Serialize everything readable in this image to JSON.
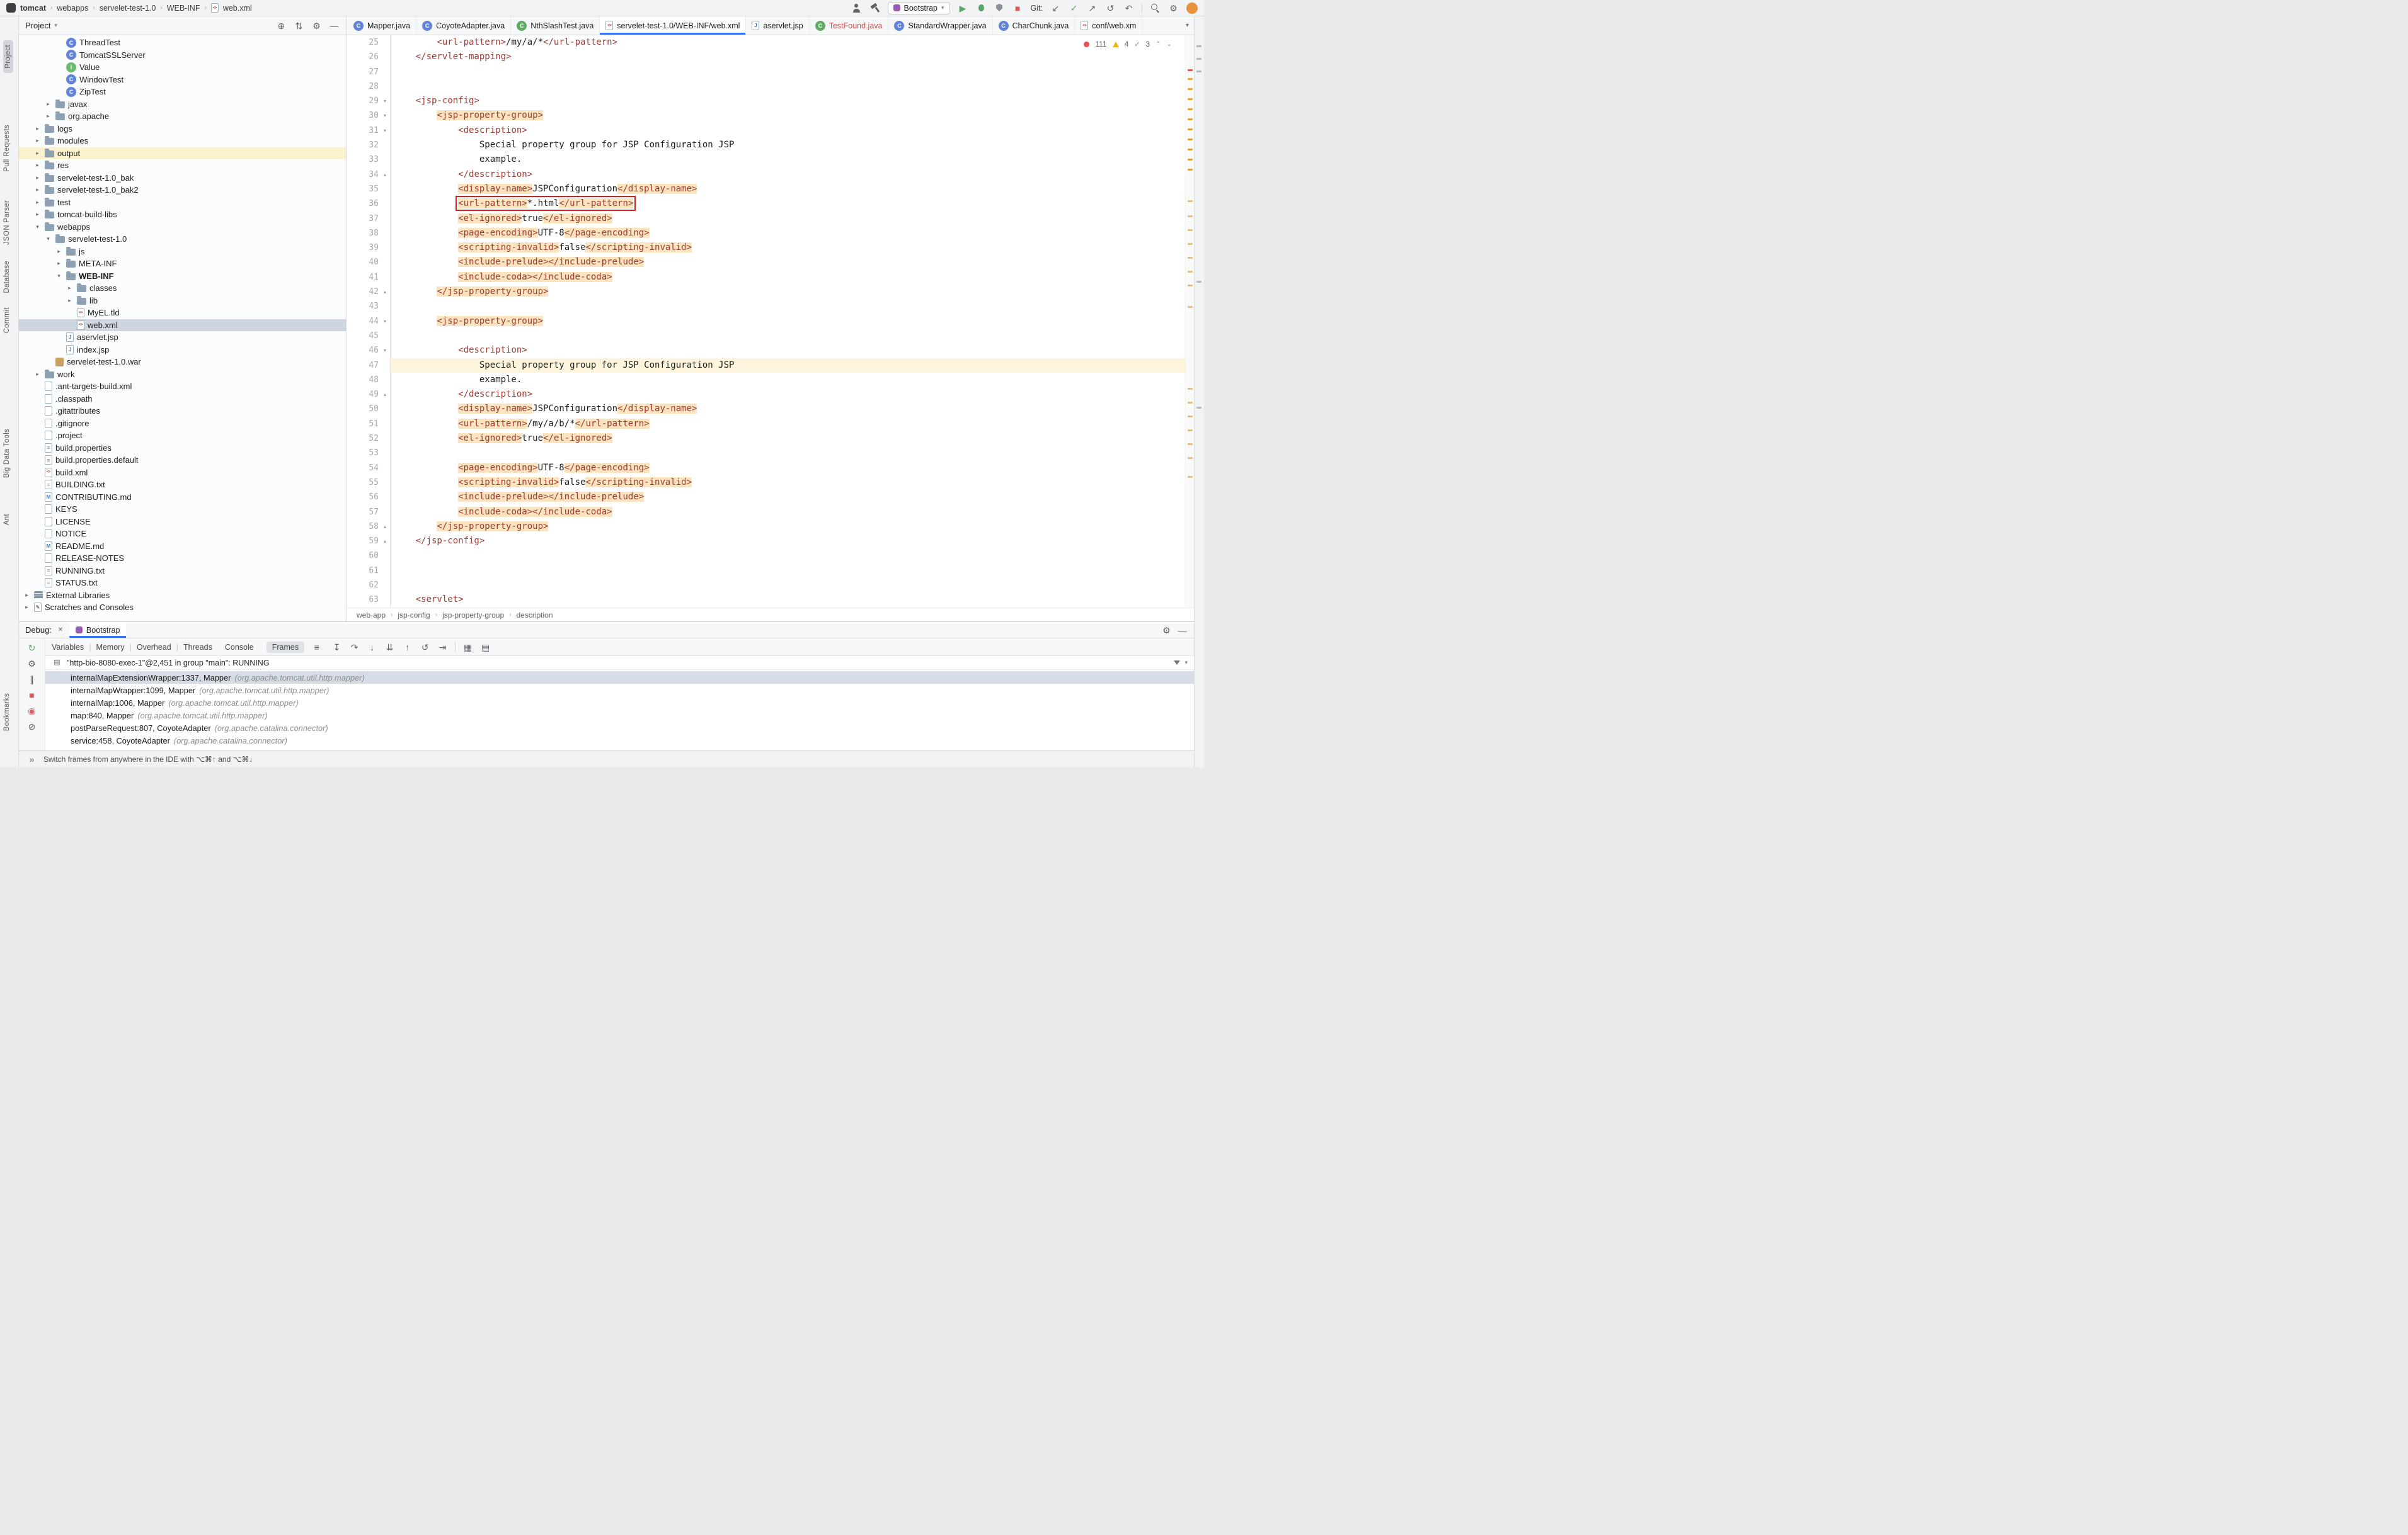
{
  "titlebar": {
    "project": "tomcat",
    "breadcrumbs": [
      "webapps",
      "servelet-test-1.0",
      "WEB-INF",
      "web.xml"
    ],
    "run_config": "Bootstrap",
    "git_label": "Git:"
  },
  "tool_stripes": {
    "left_top": [
      "Project",
      "Pull Requests",
      "JSON Parser",
      "Database",
      "Commit"
    ],
    "left_middle": [
      "Big Data Tools",
      "Ant"
    ],
    "left_bottom": [
      "Bookmarks"
    ]
  },
  "project_panel": {
    "title": "Project",
    "tree": [
      {
        "l": "ThreadTest",
        "d": 3,
        "i": "class"
      },
      {
        "l": "TomcatSSLServer",
        "d": 3,
        "i": "class"
      },
      {
        "l": "Value",
        "d": 3,
        "i": "interface"
      },
      {
        "l": "WindowTest",
        "d": 3,
        "i": "class"
      },
      {
        "l": "ZipTest",
        "d": 3,
        "i": "class"
      },
      {
        "l": "javax",
        "d": 2,
        "i": "folder",
        "c": "c"
      },
      {
        "l": "org.apache",
        "d": 2,
        "i": "folder",
        "c": "c"
      },
      {
        "l": "logs",
        "d": 1,
        "i": "folder",
        "c": "c"
      },
      {
        "l": "modules",
        "d": 1,
        "i": "folder",
        "c": "c"
      },
      {
        "l": "output",
        "d": 1,
        "i": "folder",
        "c": "c",
        "hl": true
      },
      {
        "l": "res",
        "d": 1,
        "i": "folder",
        "c": "c"
      },
      {
        "l": "servelet-test-1.0_bak",
        "d": 1,
        "i": "folder",
        "c": "c"
      },
      {
        "l": "servelet-test-1.0_bak2",
        "d": 1,
        "i": "folder",
        "c": "c"
      },
      {
        "l": "test",
        "d": 1,
        "i": "folder",
        "c": "c"
      },
      {
        "l": "tomcat-build-libs",
        "d": 1,
        "i": "folder",
        "c": "c"
      },
      {
        "l": "webapps",
        "d": 1,
        "i": "folder",
        "c": "e"
      },
      {
        "l": "servelet-test-1.0",
        "d": 2,
        "i": "folder",
        "c": "e"
      },
      {
        "l": "js",
        "d": 3,
        "i": "folder",
        "c": "c"
      },
      {
        "l": "META-INF",
        "d": 3,
        "i": "folder",
        "c": "c"
      },
      {
        "l": "WEB-INF",
        "d": 3,
        "i": "folder",
        "c": "e",
        "b": true
      },
      {
        "l": "classes",
        "d": 4,
        "i": "folder",
        "c": "c"
      },
      {
        "l": "lib",
        "d": 4,
        "i": "folder",
        "c": "c"
      },
      {
        "l": "MyEL.tld",
        "d": 4,
        "i": "xml"
      },
      {
        "l": "web.xml",
        "d": 4,
        "i": "xml",
        "sel": true
      },
      {
        "l": "aservlet.jsp",
        "d": 3,
        "i": "jsp"
      },
      {
        "l": "index.jsp",
        "d": 3,
        "i": "jsp"
      },
      {
        "l": "servelet-test-1.0.war",
        "d": 2,
        "i": "archive"
      },
      {
        "l": "work",
        "d": 1,
        "i": "folder",
        "c": "c"
      },
      {
        "l": ".ant-targets-build.xml",
        "d": 1,
        "i": "file"
      },
      {
        "l": ".classpath",
        "d": 1,
        "i": "file"
      },
      {
        "l": ".gitattributes",
        "d": 1,
        "i": "file"
      },
      {
        "l": ".gitignore",
        "d": 1,
        "i": "file"
      },
      {
        "l": ".project",
        "d": 1,
        "i": "file"
      },
      {
        "l": "build.properties",
        "d": 1,
        "i": "props"
      },
      {
        "l": "build.properties.default",
        "d": 1,
        "i": "props"
      },
      {
        "l": "build.xml",
        "d": 1,
        "i": "xml"
      },
      {
        "l": "BUILDING.txt",
        "d": 1,
        "i": "txt"
      },
      {
        "l": "CONTRIBUTING.md",
        "d": 1,
        "i": "md"
      },
      {
        "l": "KEYS",
        "d": 1,
        "i": "file"
      },
      {
        "l": "LICENSE",
        "d": 1,
        "i": "file"
      },
      {
        "l": "NOTICE",
        "d": 1,
        "i": "file"
      },
      {
        "l": "README.md",
        "d": 1,
        "i": "md"
      },
      {
        "l": "RELEASE-NOTES",
        "d": 1,
        "i": "file"
      },
      {
        "l": "RUNNING.txt",
        "d": 1,
        "i": "txt"
      },
      {
        "l": "STATUS.txt",
        "d": 1,
        "i": "txt"
      },
      {
        "l": "External Libraries",
        "d": 0,
        "i": "lib",
        "c": "c"
      },
      {
        "l": "Scratches and Consoles",
        "d": 0,
        "i": "scratch",
        "c": "c"
      }
    ]
  },
  "editor": {
    "tabs": [
      {
        "l": "Mapper.java",
        "i": "class"
      },
      {
        "l": "CoyoteAdapter.java",
        "i": "class"
      },
      {
        "l": "NthSlashTest.java",
        "i": "class-test"
      },
      {
        "l": "servelet-test-1.0/WEB-INF/web.xml",
        "i": "xml",
        "active": true
      },
      {
        "l": "aservlet.jsp",
        "i": "jsp"
      },
      {
        "l": "TestFound.java",
        "i": "class-test",
        "err": true
      },
      {
        "l": "StandardWrapper.java",
        "i": "class"
      },
      {
        "l": "CharChunk.java",
        "i": "class"
      },
      {
        "l": "conf/web.xm",
        "i": "xml"
      }
    ],
    "inspections": {
      "errors": "111",
      "warnings": "4",
      "typos": "3"
    },
    "breadcrumbs": [
      "web-app",
      "jsp-config",
      "jsp-property-group",
      "description"
    ],
    "lines": [
      {
        "n": 25,
        "t": [
          [
            "p",
            "        "
          ],
          [
            "t",
            "<url-pattern>"
          ],
          [
            "p",
            "/my/a/*"
          ],
          [
            "t",
            "</url-pattern>"
          ]
        ]
      },
      {
        "n": 26,
        "t": [
          [
            "p",
            "    "
          ],
          [
            "t",
            "</servlet-mapping>"
          ]
        ]
      },
      {
        "n": 27,
        "t": []
      },
      {
        "n": 28,
        "t": []
      },
      {
        "n": 29,
        "fold": "d",
        "t": [
          [
            "p",
            "    "
          ],
          [
            "t",
            "<jsp-config>"
          ]
        ]
      },
      {
        "n": 30,
        "fold": "d",
        "t": [
          [
            "p",
            "        "
          ],
          [
            "h",
            "<jsp-property-group>"
          ]
        ]
      },
      {
        "n": 31,
        "fold": "d",
        "t": [
          [
            "p",
            "            "
          ],
          [
            "t",
            "<description>"
          ]
        ]
      },
      {
        "n": 32,
        "t": [
          [
            "p",
            "                Special property group for JSP Configuration JSP"
          ]
        ]
      },
      {
        "n": 33,
        "t": [
          [
            "p",
            "                example."
          ]
        ]
      },
      {
        "n": 34,
        "fold": "u",
        "t": [
          [
            "p",
            "            "
          ],
          [
            "t",
            "</description>"
          ]
        ]
      },
      {
        "n": 35,
        "t": [
          [
            "p",
            "            "
          ],
          [
            "h",
            "<display-name>"
          ],
          [
            "p",
            "JSPConfiguration"
          ],
          [
            "h",
            "</display-name>"
          ]
        ]
      },
      {
        "n": 36,
        "box": true,
        "t": [
          [
            "p",
            "            "
          ],
          [
            "h",
            "<url-pattern>"
          ],
          [
            "p",
            "*.html"
          ],
          [
            "h",
            "</url-pattern>"
          ]
        ]
      },
      {
        "n": 37,
        "t": [
          [
            "p",
            "            "
          ],
          [
            "h",
            "<el-ignored>"
          ],
          [
            "p",
            "true"
          ],
          [
            "h",
            "</el-ignored>"
          ]
        ]
      },
      {
        "n": 38,
        "t": [
          [
            "p",
            "            "
          ],
          [
            "h",
            "<page-encoding>"
          ],
          [
            "p",
            "UTF-8"
          ],
          [
            "h",
            "</page-encoding>"
          ]
        ]
      },
      {
        "n": 39,
        "t": [
          [
            "p",
            "            "
          ],
          [
            "h",
            "<scripting-invalid>"
          ],
          [
            "p",
            "false"
          ],
          [
            "h",
            "</scripting-invalid>"
          ]
        ]
      },
      {
        "n": 40,
        "t": [
          [
            "p",
            "            "
          ],
          [
            "h",
            "<include-prelude>"
          ],
          [
            "h",
            "</include-prelude>"
          ]
        ]
      },
      {
        "n": 41,
        "t": [
          [
            "p",
            "            "
          ],
          [
            "h",
            "<include-coda>"
          ],
          [
            "h",
            "</include-coda>"
          ]
        ]
      },
      {
        "n": 42,
        "fold": "u",
        "t": [
          [
            "p",
            "        "
          ],
          [
            "h",
            "</jsp-property-group>"
          ]
        ]
      },
      {
        "n": 43,
        "t": []
      },
      {
        "n": 44,
        "fold": "d",
        "t": [
          [
            "p",
            "        "
          ],
          [
            "h",
            "<jsp-property-group>"
          ]
        ]
      },
      {
        "n": 45,
        "t": []
      },
      {
        "n": 46,
        "fold": "d",
        "t": [
          [
            "p",
            "            "
          ],
          [
            "t",
            "<description>"
          ]
        ]
      },
      {
        "n": 47,
        "hl": true,
        "t": [
          [
            "p",
            "                Special property group for JSP Configuration JSP"
          ]
        ]
      },
      {
        "n": 48,
        "t": [
          [
            "p",
            "                example."
          ]
        ]
      },
      {
        "n": 49,
        "fold": "u",
        "t": [
          [
            "p",
            "            "
          ],
          [
            "t",
            "</description>"
          ]
        ]
      },
      {
        "n": 50,
        "t": [
          [
            "p",
            "            "
          ],
          [
            "h",
            "<display-name>"
          ],
          [
            "p",
            "JSPConfiguration"
          ],
          [
            "h",
            "</display-name>"
          ]
        ]
      },
      {
        "n": 51,
        "t": [
          [
            "p",
            "            "
          ],
          [
            "h",
            "<url-pattern>"
          ],
          [
            "p",
            "/my/a/b/*"
          ],
          [
            "h",
            "</url-pattern>"
          ]
        ]
      },
      {
        "n": 52,
        "t": [
          [
            "p",
            "            "
          ],
          [
            "h",
            "<el-ignored>"
          ],
          [
            "p",
            "true"
          ],
          [
            "h",
            "</el-ignored>"
          ]
        ]
      },
      {
        "n": 53,
        "t": []
      },
      {
        "n": 54,
        "t": [
          [
            "p",
            "            "
          ],
          [
            "h",
            "<page-encoding>"
          ],
          [
            "p",
            "UTF-8"
          ],
          [
            "h",
            "</page-encoding>"
          ]
        ]
      },
      {
        "n": 55,
        "t": [
          [
            "p",
            "            "
          ],
          [
            "h",
            "<scripting-invalid>"
          ],
          [
            "p",
            "false"
          ],
          [
            "h",
            "</scripting-invalid>"
          ]
        ]
      },
      {
        "n": 56,
        "t": [
          [
            "p",
            "            "
          ],
          [
            "h",
            "<include-prelude>"
          ],
          [
            "h",
            "</include-prelude>"
          ]
        ]
      },
      {
        "n": 57,
        "t": [
          [
            "p",
            "            "
          ],
          [
            "h",
            "<include-coda>"
          ],
          [
            "h",
            "</include-coda>"
          ]
        ]
      },
      {
        "n": 58,
        "fold": "u",
        "t": [
          [
            "p",
            "        "
          ],
          [
            "h",
            "</jsp-property-group>"
          ]
        ]
      },
      {
        "n": 59,
        "fold": "u",
        "t": [
          [
            "p",
            "    "
          ],
          [
            "t",
            "</jsp-config>"
          ]
        ]
      },
      {
        "n": 60,
        "t": []
      },
      {
        "n": 61,
        "t": []
      },
      {
        "n": 62,
        "t": []
      },
      {
        "n": 63,
        "t": [
          [
            "p",
            "    "
          ],
          [
            "t",
            "<servlet>"
          ]
        ]
      }
    ]
  },
  "debugger": {
    "panel_label": "Debug:",
    "session_tab": "Bootstrap",
    "view_labels": [
      "Variables",
      "Memory",
      "Overhead",
      "Threads"
    ],
    "console_tab": "Console",
    "frames_tab": "Frames",
    "thread_status": "\"http-bio-8080-exec-1\"@2,451 in group \"main\": RUNNING",
    "frames": [
      {
        "loc": "internalMapExtensionWrapper:1337, Mapper",
        "pkg": "(org.apache.tomcat.util.http.mapper)",
        "sel": true
      },
      {
        "loc": "internalMapWrapper:1099, Mapper",
        "pkg": "(org.apache.tomcat.util.http.mapper)"
      },
      {
        "loc": "internalMap:1006, Mapper",
        "pkg": "(org.apache.tomcat.util.http.mapper)"
      },
      {
        "loc": "map:840, Mapper",
        "pkg": "(org.apache.tomcat.util.http.mapper)"
      },
      {
        "loc": "postParseRequest:807, CoyoteAdapter",
        "pkg": "(org.apache.catalina.connector)"
      },
      {
        "loc": "service:458, CoyoteAdapter",
        "pkg": "(org.apache.catalina.connector)"
      }
    ]
  },
  "statusbar": {
    "hint": "Switch frames from anywhere in the IDE with ⌥⌘↑ and ⌥⌘↓"
  },
  "colors": {
    "accent_blue": "#3574f0",
    "tag_red": "#9a3b34",
    "occurrence_bg": "#fbe3bd",
    "selection_bg": "#cdd6e0",
    "error_red": "#d21f1f"
  }
}
